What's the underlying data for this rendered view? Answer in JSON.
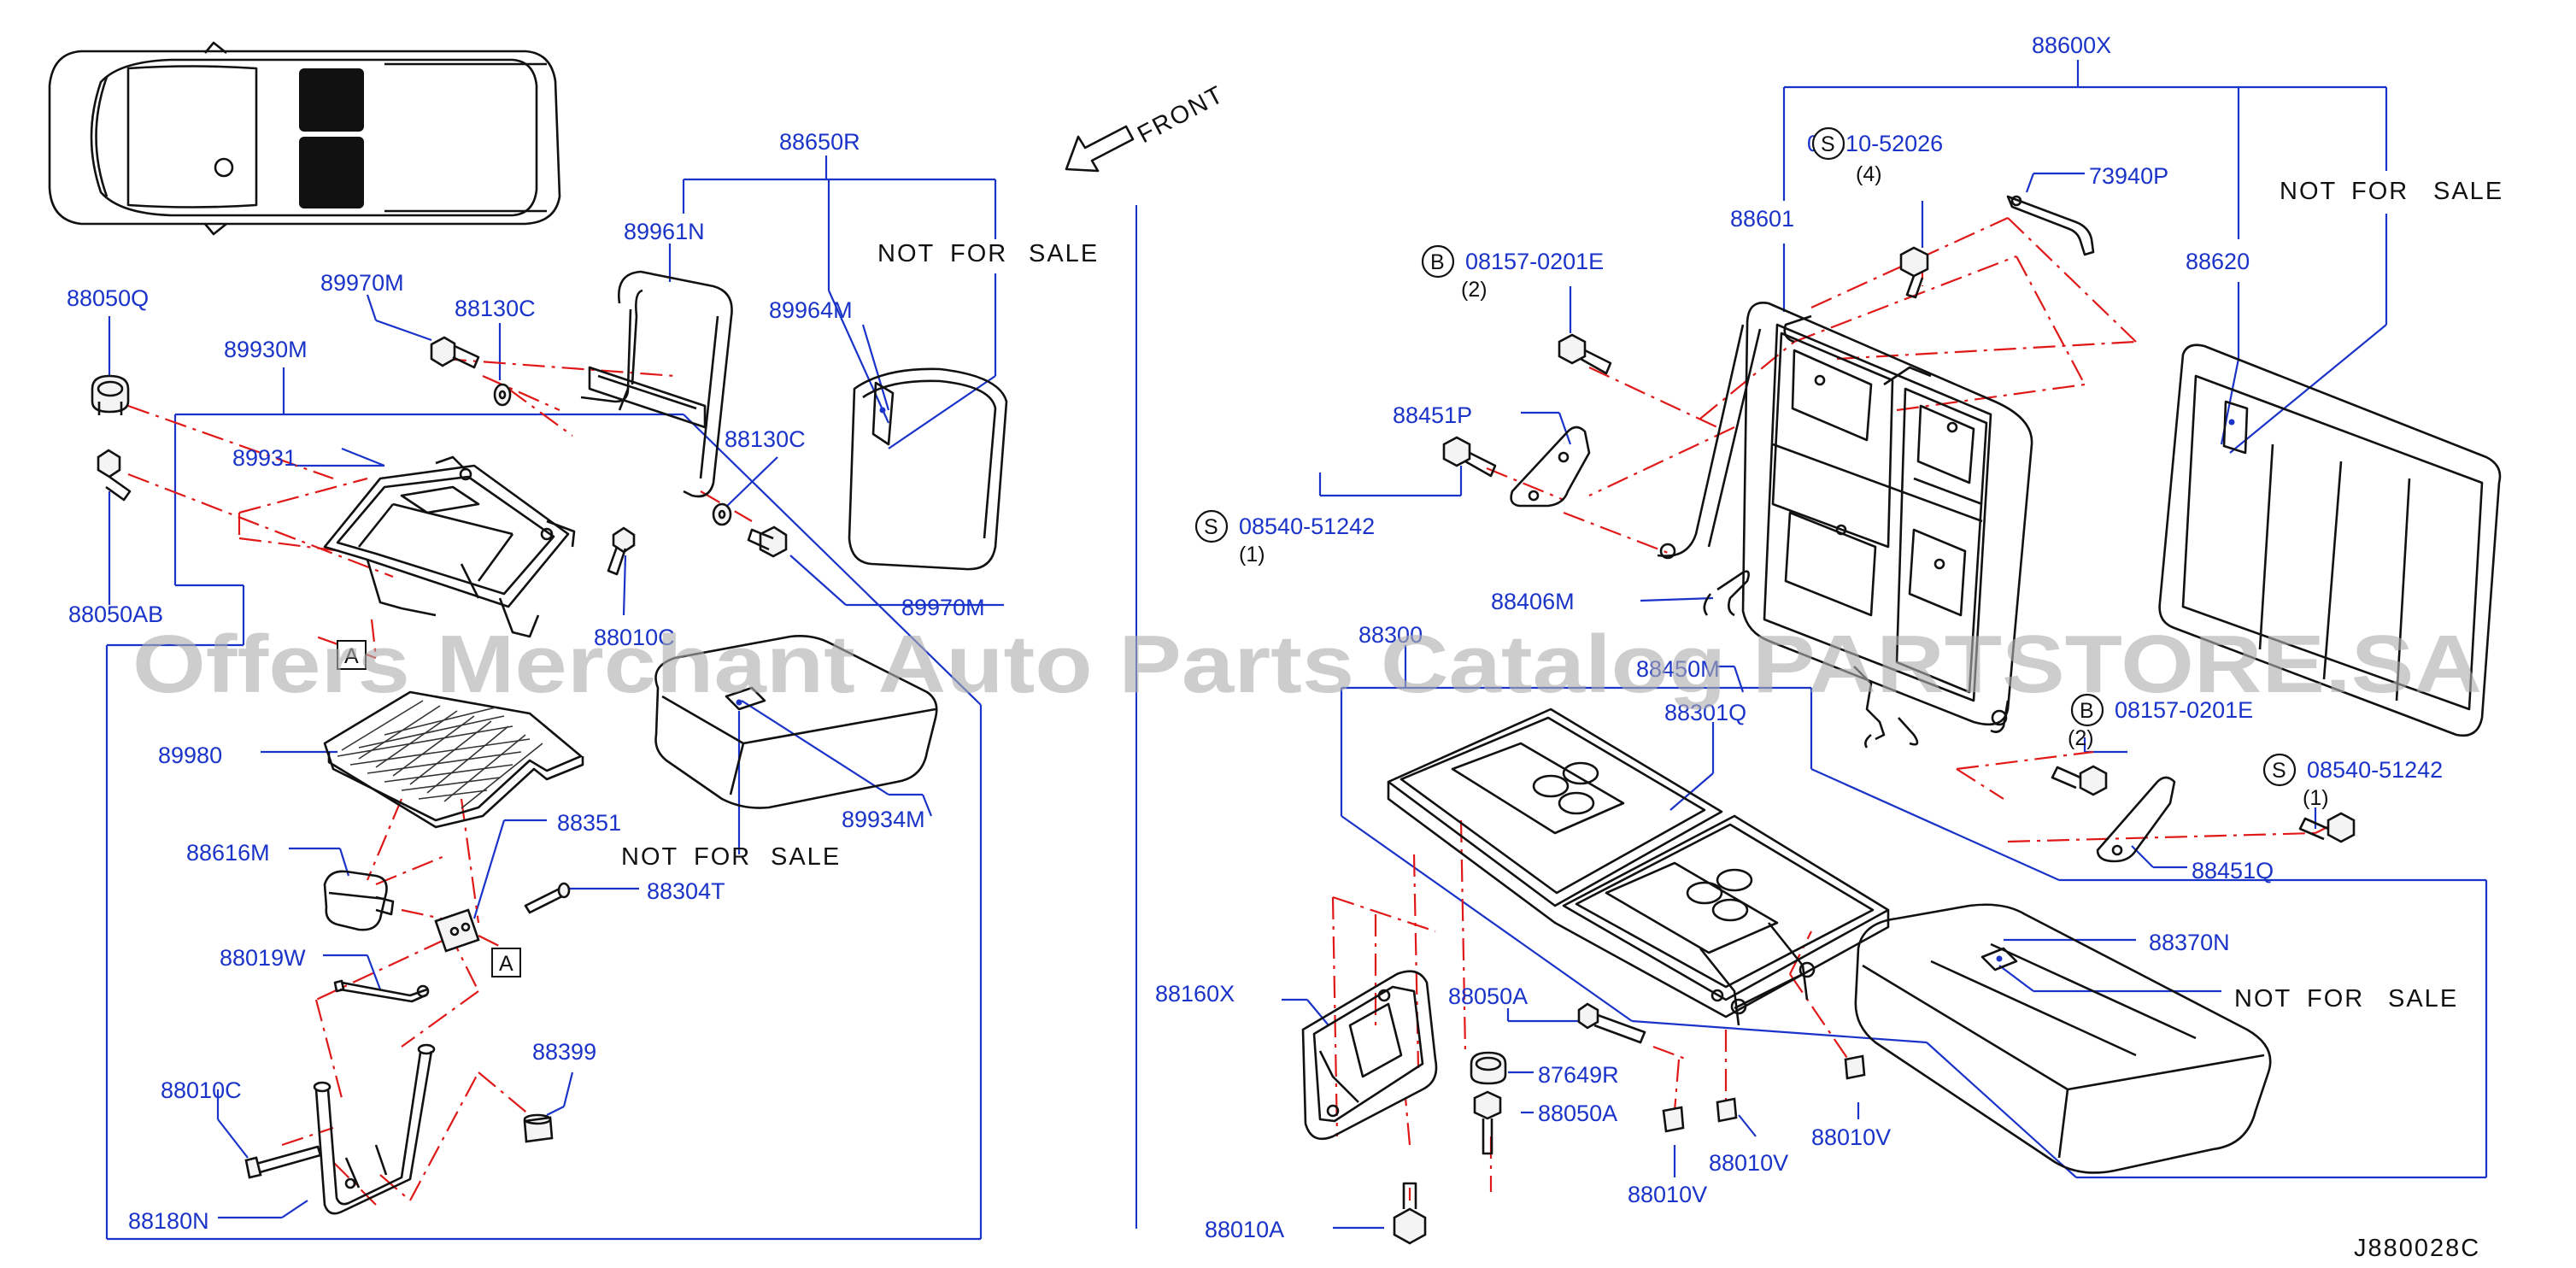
{
  "labels": {
    "l_88650R": "88650R",
    "l_89961N": "89961N",
    "l_89970M_a": "89970M",
    "l_88130C_a": "88130C",
    "l_88050Q": "88050Q",
    "l_89930M": "89930M",
    "l_89931": "89931",
    "l_88130C_b": "88130C",
    "l_89964M": "89964M",
    "l_88050AB": "88050AB",
    "l_88010C_top": "88010C",
    "l_89970M_b": "89970M",
    "l_89980": "89980",
    "l_89934M": "89934M",
    "l_88616M": "88616M",
    "l_88351": "88351",
    "l_88304T": "88304T",
    "l_88019W": "88019W",
    "l_88399": "88399",
    "l_88010C_bot": "88010C",
    "l_88180N": "88180N",
    "l_88600X": "88600X",
    "l_08310": "08310-52026",
    "l_73940P": "73940P",
    "l_88601": "88601",
    "l_88620": "88620",
    "l_08157_a": "08157-0201E",
    "l_88451P": "88451P",
    "l_08540_a": "08540-51242",
    "l_88406M": "88406M",
    "l_88300": "88300",
    "l_88450M": "88450M",
    "l_88301Q": "88301Q",
    "l_08157_b": "08157-0201E",
    "l_08540_b": "08540-51242",
    "l_88451Q": "88451Q",
    "l_88370N": "88370N",
    "l_88160X": "88160X",
    "l_88050A_a": "88050A",
    "l_87649R": "87649R",
    "l_88050A_b": "88050A",
    "l_88010V_a": "88010V",
    "l_88010V_b": "88010V",
    "l_88010V_c": "88010V",
    "l_88010A": "88010A"
  },
  "not_for_sale": [
    "NOT",
    "FOR",
    "SALE"
  ],
  "front_label": "FRONT",
  "ref_marker": "A",
  "quantities": {
    "q_08310": "(4)",
    "q_08157_a": "(2)",
    "q_08540_a": "(1)",
    "q_08157_b": "(2)",
    "q_08540_b": "(1)"
  },
  "callout_letters": {
    "s1": "S",
    "b1": "B",
    "s2": "S",
    "b2": "B",
    "s3": "S"
  },
  "diagram_code": "J880028C",
  "watermark": "Offers Merchant Auto Parts Catalog PARTSTORE.SA",
  "colors": {
    "label_blue": "#1a33c8",
    "phantom_red": "#e01818",
    "line_black": "#111111"
  }
}
